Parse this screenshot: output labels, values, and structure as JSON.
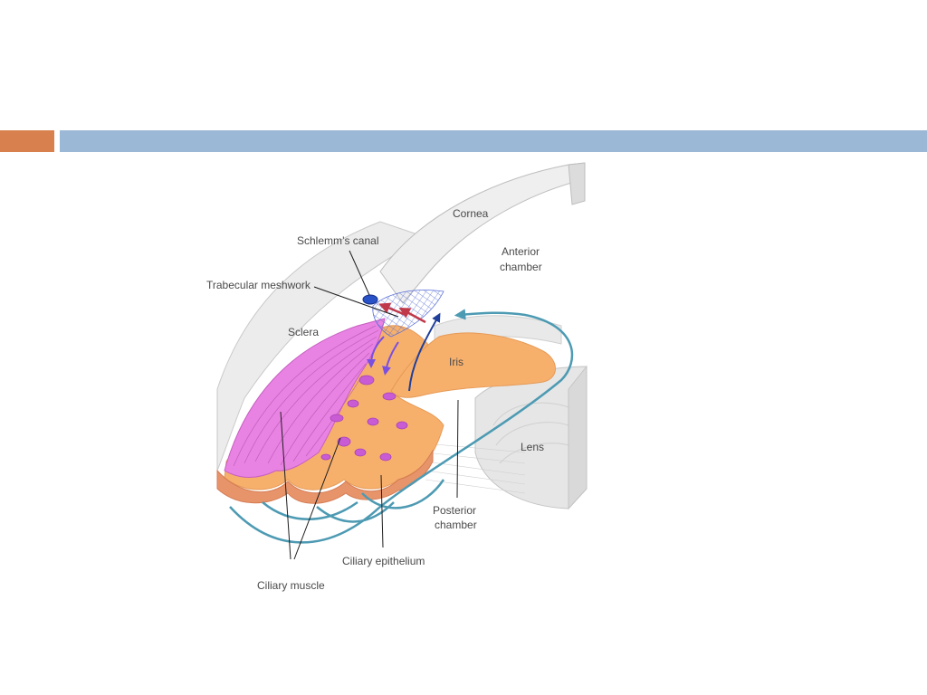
{
  "colors": {
    "accent_bar": "#d9804f",
    "header_bar": "#9bb8d6",
    "sclera": "#eceded",
    "ciliary_muscle": "#e983e3",
    "ciliary_body": "#f7b06c",
    "aqueous_flow": "#4d9ab3",
    "trabecular_arrows": "#c0394a",
    "drain_arrows": "#7b4fe0",
    "schlemm_canal": "#2a52c7"
  },
  "labels": {
    "cornea": "Cornea",
    "schlemm": "Schlemm’s canal",
    "trabecular": "Trabecular meshwork",
    "anterior_l1": "Anterior",
    "anterior_l2": "chamber",
    "sclera": "Sclera",
    "iris": "Iris",
    "lens": "Lens",
    "posterior_l1": "Posterior",
    "posterior_l2": "chamber",
    "ciliary_epithelium": "Ciliary epithelium",
    "ciliary_muscle": "Ciliary muscle"
  }
}
